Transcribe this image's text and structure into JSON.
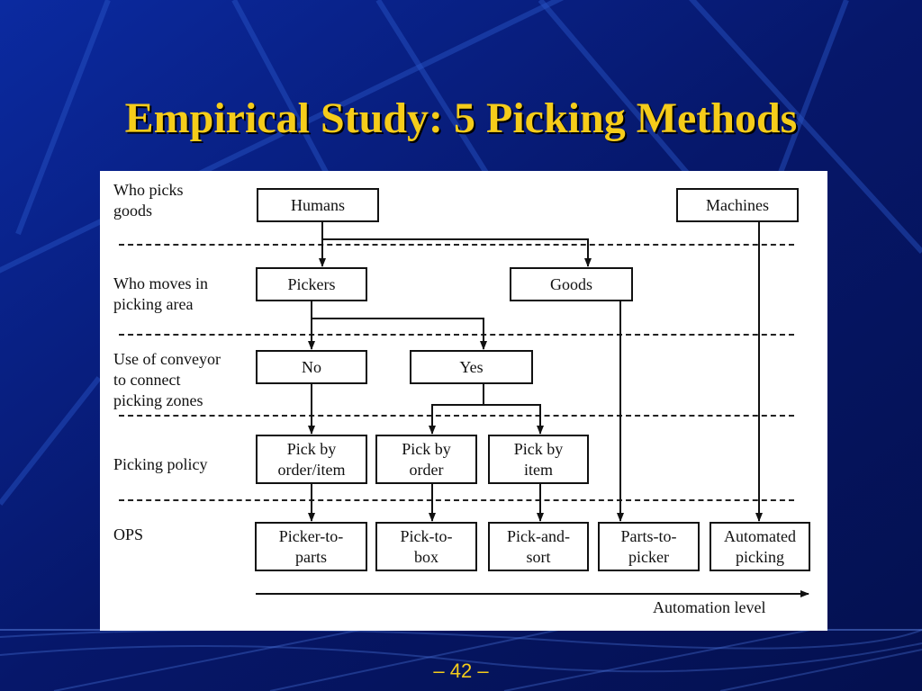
{
  "slide": {
    "title": "Empirical Study: 5 Picking Methods",
    "page_number": "–  42  –"
  },
  "diagram": {
    "rows": [
      {
        "label": "Who picks\ngoods"
      },
      {
        "label": "Who moves in\npicking area"
      },
      {
        "label": "Use of conveyor\nto connect\npicking zones"
      },
      {
        "label": "Picking policy"
      },
      {
        "label": "OPS"
      }
    ],
    "nodes": {
      "humans": "Humans",
      "machines": "Machines",
      "pickers": "Pickers",
      "goods": "Goods",
      "no": "No",
      "yes": "Yes",
      "pick_by_order_item": "Pick by\norder/item",
      "pick_by_order": "Pick by\norder",
      "pick_by_item": "Pick by\nitem",
      "picker_to_parts": "Picker-to-\nparts",
      "pick_to_box": "Pick-to-\nbox",
      "pick_and_sort": "Pick-and-\nsort",
      "parts_to_picker": "Parts-to-\npicker",
      "automated_picking": "Automated\npicking"
    },
    "axis_label": "Automation level"
  },
  "colors": {
    "background": "#071a70",
    "title": "#f5cc1a"
  }
}
